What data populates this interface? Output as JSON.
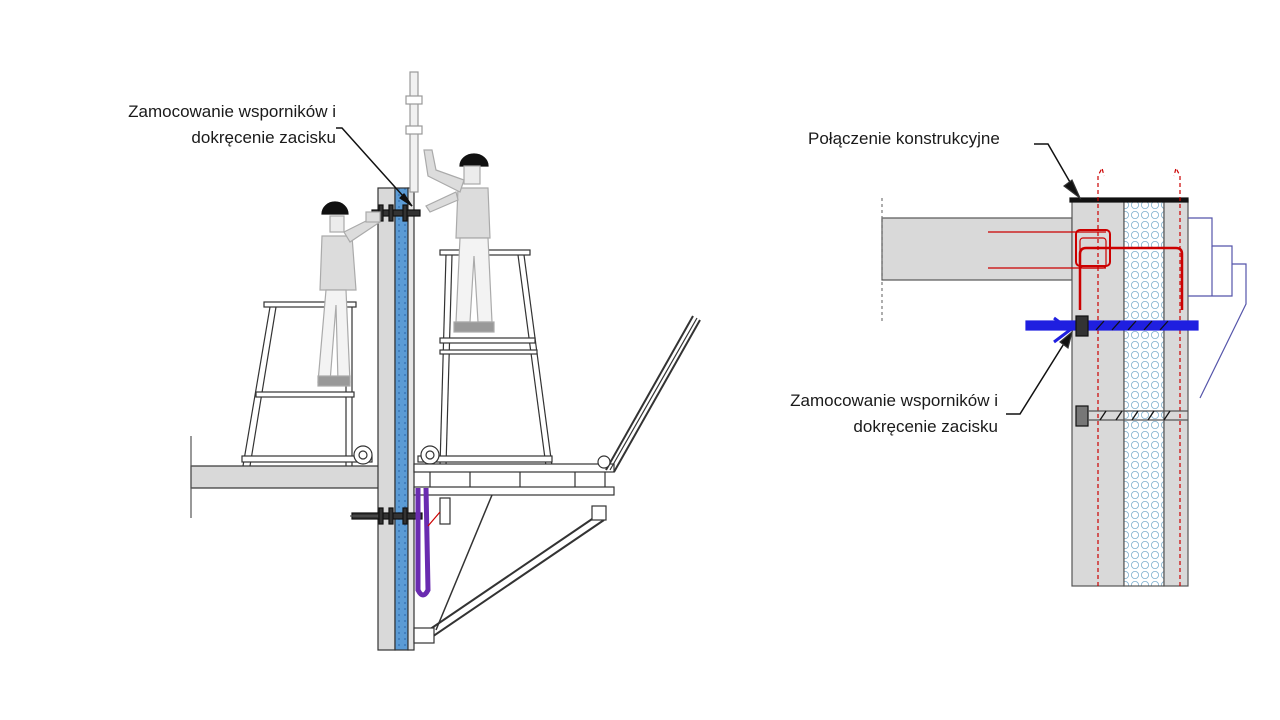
{
  "labels": {
    "left_callout": {
      "line1": "Zamocowanie wsporników i",
      "line2": "dokręcenie zacisku"
    },
    "right_top_callout": "Połączenie konstrukcyjne",
    "right_bottom_callout": {
      "line1": "Zamocowanie wsporników i",
      "line2": "dokręcenie zacisku"
    }
  },
  "colors": {
    "wall": "#d9d9d9",
    "insulation_blue": "#5b9bd5",
    "rebar_red": "#cc0000",
    "clamp_blue": "#1f1fe0",
    "strap_purple": "#6a2bb0",
    "line": "#333333",
    "figure": "#cfcfcf"
  }
}
